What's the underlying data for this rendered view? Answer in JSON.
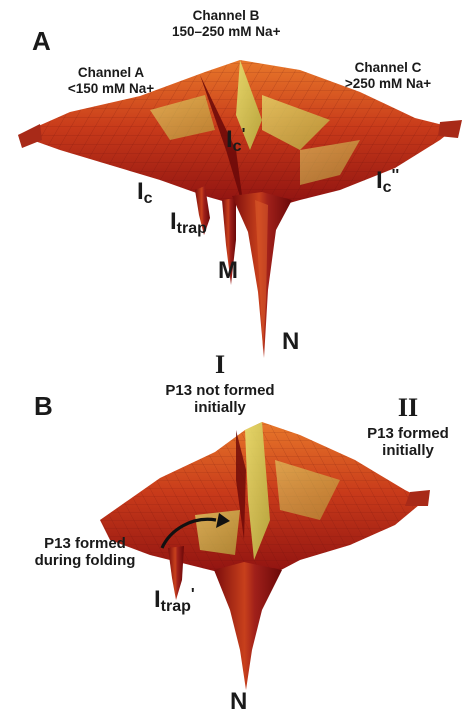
{
  "panel_a": {
    "letter": "A",
    "channel_a": {
      "name": "Channel A",
      "condition": "<150 mM Na+"
    },
    "channel_b": {
      "name": "Channel B",
      "condition": "150–250 mM Na+"
    },
    "channel_c": {
      "name": "Channel C",
      "condition": ">250 mM Na+"
    },
    "states": {
      "ic": {
        "base": "I",
        "sub": "c"
      },
      "ic_prime": {
        "base": "I",
        "sub": "c",
        "sup": "'"
      },
      "ic_double_prime": {
        "base": "I",
        "sub": "c",
        "sup": "''"
      },
      "itrap": {
        "base": "I",
        "sub": "trap"
      },
      "m": "M",
      "n": "N"
    }
  },
  "panel_b": {
    "letter": "B",
    "region_i": {
      "numeral": "I",
      "text": "P13 not formed initially"
    },
    "region_ii": {
      "numeral": "II",
      "text": "P13 formed initially"
    },
    "folding_note": "P13 formed during folding",
    "states": {
      "itrap_prime": {
        "base": "I",
        "sub": "trap",
        "sup": "'"
      },
      "n": "N"
    }
  },
  "colors": {
    "surface_dark": "#8c1010",
    "surface_mid": "#c83a1a",
    "surface_light": "#e8782a",
    "highlight": "#d8d860",
    "mesh_line": "#5a0a0a"
  }
}
